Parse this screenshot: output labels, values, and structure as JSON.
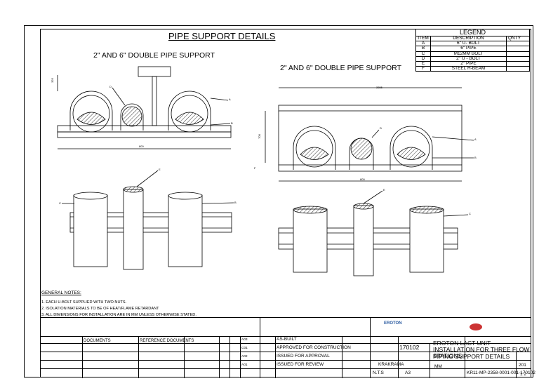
{
  "drawing": {
    "title": "PIPE SUPPORT DETAILS",
    "view_left_title": "2\" AND 6\" DOUBLE PIPE SUPPORT",
    "view_right_title": "2\" AND 6\" DOUBLE PIPE SUPPORT",
    "dims": {
      "left_width": "800",
      "right_top": "2855",
      "right_bottom": "800",
      "left_height": "325",
      "right_height": "700"
    },
    "callouts": [
      "A",
      "B",
      "C",
      "D",
      "E",
      "F"
    ]
  },
  "legend": {
    "title": "LEGEND",
    "headers": {
      "item": "ITEM",
      "description": "DESCRIPTION",
      "qty": "QNTY"
    },
    "rows": [
      {
        "item": "A",
        "description": "6\" U- BOLT",
        "qty": ""
      },
      {
        "item": "B",
        "description": "6\" PIPE",
        "qty": ""
      },
      {
        "item": "C",
        "description": "M12MM BOLT",
        "qty": ""
      },
      {
        "item": "D",
        "description": "2\" U - BOLT",
        "qty": ""
      },
      {
        "item": "E",
        "description": "2\" PIPE",
        "qty": ""
      },
      {
        "item": "F",
        "description": "STEEL H-BEAM",
        "qty": ""
      }
    ]
  },
  "notes": {
    "heading": "GENERAL NOTES:",
    "items": [
      "1. EACH U-BOLT SUPPLIED WITH TWO NUTS.",
      "2. ISOLATION MATERIALS TO BE OF HEAT/FLAME RETARDANT",
      "3. ALL DIMENSIONS FOR INSTALLATION ARE IN MM UNLESS OTHERWISE STATED."
    ]
  },
  "title_block": {
    "logo_text": "EROTON",
    "project": "EROTON LACT UNIT INSTALLATION FOR THREE FLOW STATIONS",
    "drawing_title": "PIPING SUPPORT DETAILS",
    "project_no": "170102",
    "contractor": "KRAKRAMA",
    "scale": "N.T.S",
    "size": "A3",
    "units": "MM",
    "drawing_no": "KR11-MP-2358-0001-001-170102",
    "rev": "201",
    "sheet": "1 2",
    "revisions": [
      {
        "rev": "A03",
        "desc": "AS-BUILT"
      },
      {
        "rev": "C01",
        "desc": "APPROVED FOR CONSTRUCTION"
      },
      {
        "rev": "A02",
        "desc": "ISSUED FOR APPROVAL"
      },
      {
        "rev": "A01",
        "desc": "ISSUED FOR REVIEW"
      }
    ],
    "reference": "REFERENCE DOCUMENTS",
    "doc_left": "DOCUMENTS"
  }
}
